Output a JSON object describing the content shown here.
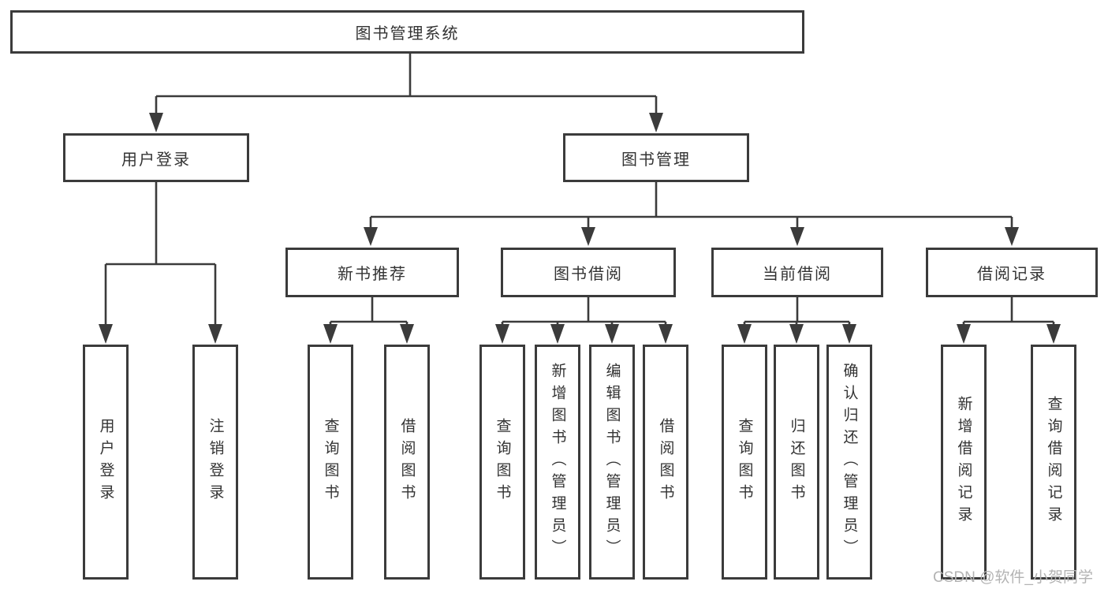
{
  "diagram": {
    "title": "图书管理系统",
    "type": "hierarchy-tree",
    "root": {
      "label": "图书管理系统"
    },
    "level2": [
      {
        "label": "用户登录"
      },
      {
        "label": "图书管理"
      }
    ],
    "level3": [
      {
        "label": "新书推荐"
      },
      {
        "label": "图书借阅"
      },
      {
        "label": "当前借阅"
      },
      {
        "label": "借阅记录"
      }
    ],
    "leaves": {
      "user_login": [
        {
          "label": "用户登录"
        },
        {
          "label": "注销登录"
        }
      ],
      "new_book_recommend": [
        {
          "label": "查询图书"
        },
        {
          "label": "借阅图书"
        }
      ],
      "book_borrow": [
        {
          "label": "查询图书"
        },
        {
          "label": "新增图书（管理员）"
        },
        {
          "label": "编辑图书（管理员）"
        },
        {
          "label": "借阅图书"
        }
      ],
      "current_borrow": [
        {
          "label": "查询图书"
        },
        {
          "label": "归还图书"
        },
        {
          "label": "确认归还（管理员）"
        }
      ],
      "borrow_record": [
        {
          "label": "新增借阅记录"
        },
        {
          "label": "查询借阅记录"
        }
      ]
    },
    "colors": {
      "line": "#3b3b3b",
      "text": "#333333",
      "background": "#ffffff",
      "watermark": "#b3b3b3"
    }
  },
  "watermark": {
    "text": "CSDN @软件_小贺同学"
  }
}
